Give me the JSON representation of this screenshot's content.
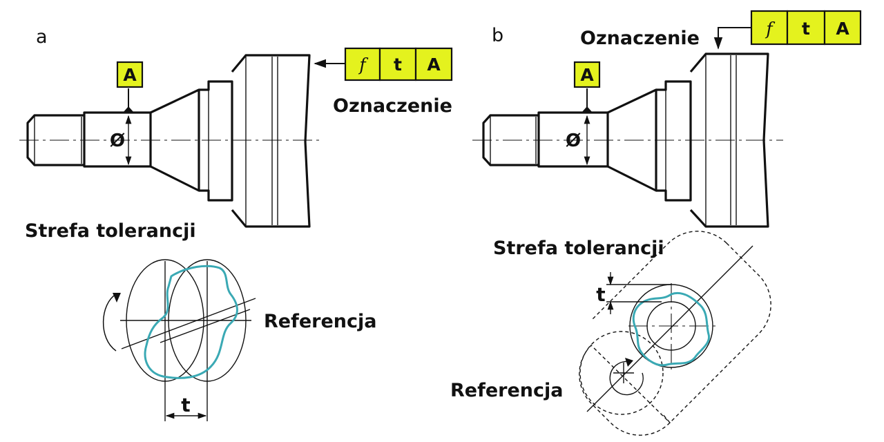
{
  "panels": [
    {
      "letter": "a",
      "datum_label": "A",
      "frame": [
        "f",
        "t",
        "A"
      ],
      "marking_label": "Oznaczenie",
      "zone_label": "Strefa tolerancji",
      "reference_label": "Referencja",
      "diameter_symbol": "Ø",
      "width_label": "t"
    },
    {
      "letter": "b",
      "datum_label": "A",
      "frame": [
        "f",
        "t",
        "A"
      ],
      "marking_label": "Oznaczenie",
      "zone_label": "Strefa tolerancji",
      "reference_label": "Referencja",
      "diameter_symbol": "Ø",
      "width_label": "t"
    }
  ],
  "colors": {
    "frame_fill": "#e4f21e",
    "profile": "#3aa9b4",
    "line": "#111111"
  },
  "icons": [
    "datum-triangle-icon",
    "leader-arrow-icon",
    "rotation-arrow-icon",
    "dimension-arrow-icon"
  ]
}
